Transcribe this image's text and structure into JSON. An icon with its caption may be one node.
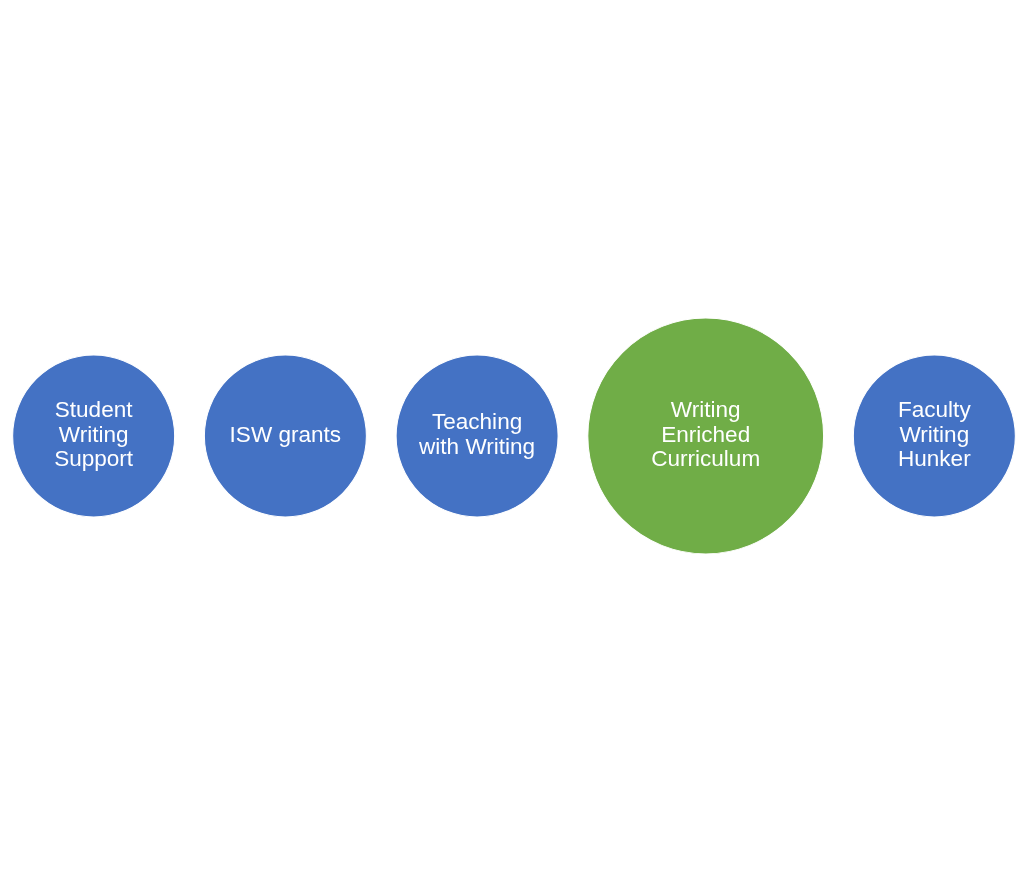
{
  "diagram": {
    "nodes": [
      {
        "text": [
          "Student Writing Support"
        ]
      },
      {
        "text": [
          "ISW grants"
        ]
      },
      {
        "text": [
          "Teaching with Writing"
        ]
      },
      {
        "text": [
          "Writing Enriched Curriculum"
        ]
      },
      {
        "text": [
          "Faculty Writing Hunker"
        ]
      }
    ]
  }
}
